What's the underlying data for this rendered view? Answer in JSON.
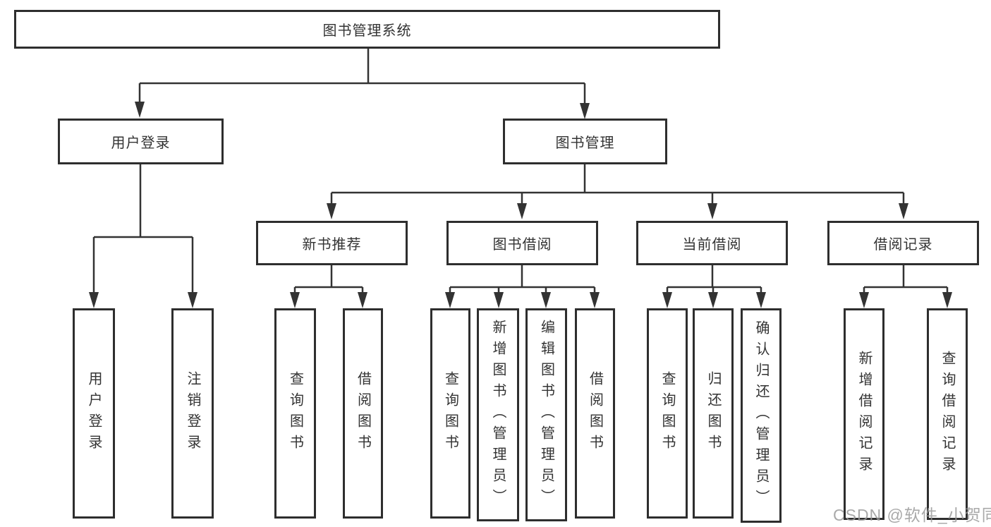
{
  "tree": {
    "label": "图书管理系统",
    "children": [
      {
        "label": "用户登录",
        "children": [
          {
            "label": "用户登录"
          },
          {
            "label": "注销登录"
          }
        ]
      },
      {
        "label": "图书管理",
        "children": [
          {
            "label": "新书推荐",
            "children": [
              {
                "label": "查询图书"
              },
              {
                "label": "借阅图书"
              }
            ]
          },
          {
            "label": "图书借阅",
            "children": [
              {
                "label": "查询图书"
              },
              {
                "label": "新增图书（管理员）"
              },
              {
                "label": "编辑图书（管理员）"
              },
              {
                "label": "借阅图书"
              }
            ]
          },
          {
            "label": "当前借阅",
            "children": [
              {
                "label": "查询图书"
              },
              {
                "label": "归还图书"
              },
              {
                "label": "确认归还（管理员）"
              }
            ]
          },
          {
            "label": "借阅记录",
            "children": [
              {
                "label": "新增借阅记录"
              },
              {
                "label": "查询借阅记录"
              }
            ]
          }
        ]
      }
    ]
  },
  "watermark": {
    "text": "CSDN @软件_小贺同学"
  },
  "colors": {
    "line": "#333333",
    "box_border": "#2e2e2e",
    "text": "#333333",
    "watermark": "#9b9b9b",
    "background": "#ffffff"
  }
}
